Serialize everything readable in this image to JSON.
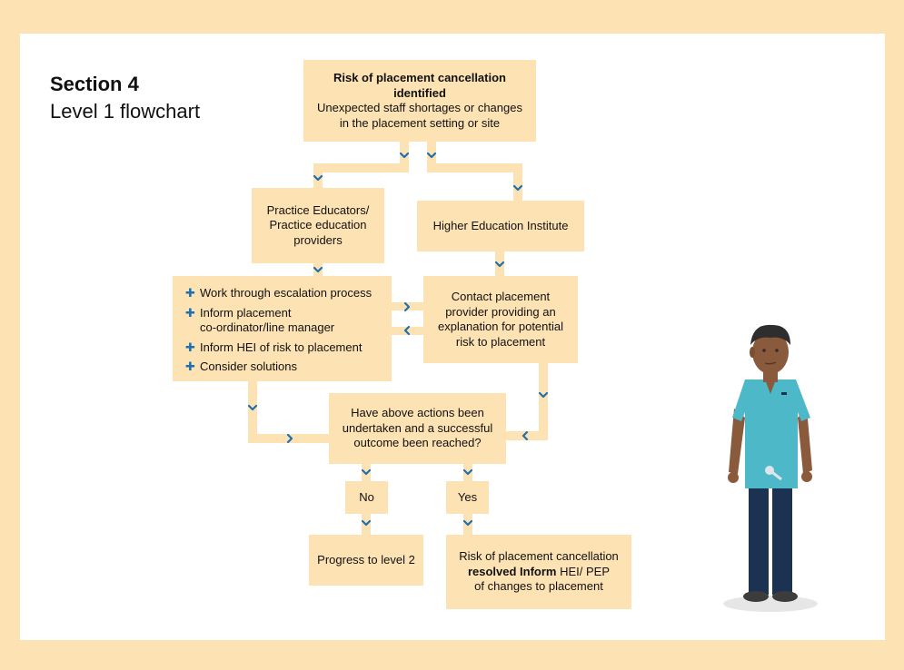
{
  "heading": {
    "section": "Section 4",
    "subtitle": "Level 1 flowchart"
  },
  "nodes": {
    "start": {
      "title": "Risk of placement cancellation identified",
      "body": "Unexpected staff shortages or changes\nin the placement setting or site"
    },
    "practice": {
      "text": "Practice Educators/\nPractice education\nproviders"
    },
    "hei": {
      "text": "Higher Education Institute"
    },
    "actions": {
      "items": [
        "Work through escalation process",
        "Inform placement\nco-ordinator/line manager",
        "Inform HEI of risk to placement",
        "Consider solutions"
      ]
    },
    "contact": {
      "text": "Contact placement\nprovider providing an\nexplanation for potential\nrisk to placement"
    },
    "decision": {
      "text": "Have above actions been\nundertaken and a successful\noutcome been reached?"
    },
    "no": {
      "text": "No"
    },
    "yes": {
      "text": "Yes"
    },
    "level2": {
      "text": "Progress to level 2"
    },
    "resolved": {
      "line1": "Risk of placement cancellation",
      "line2_bold": "resolved Inform",
      "line2_rest": " HEI/ PEP",
      "line3": "of changes to placement"
    }
  },
  "colors": {
    "background": "#fde2b3",
    "box": "#fde2b3",
    "chevron": "#1d6fb0",
    "panel": "#ffffff"
  },
  "illustration": {
    "name": "healthcare-worker-illustration"
  }
}
